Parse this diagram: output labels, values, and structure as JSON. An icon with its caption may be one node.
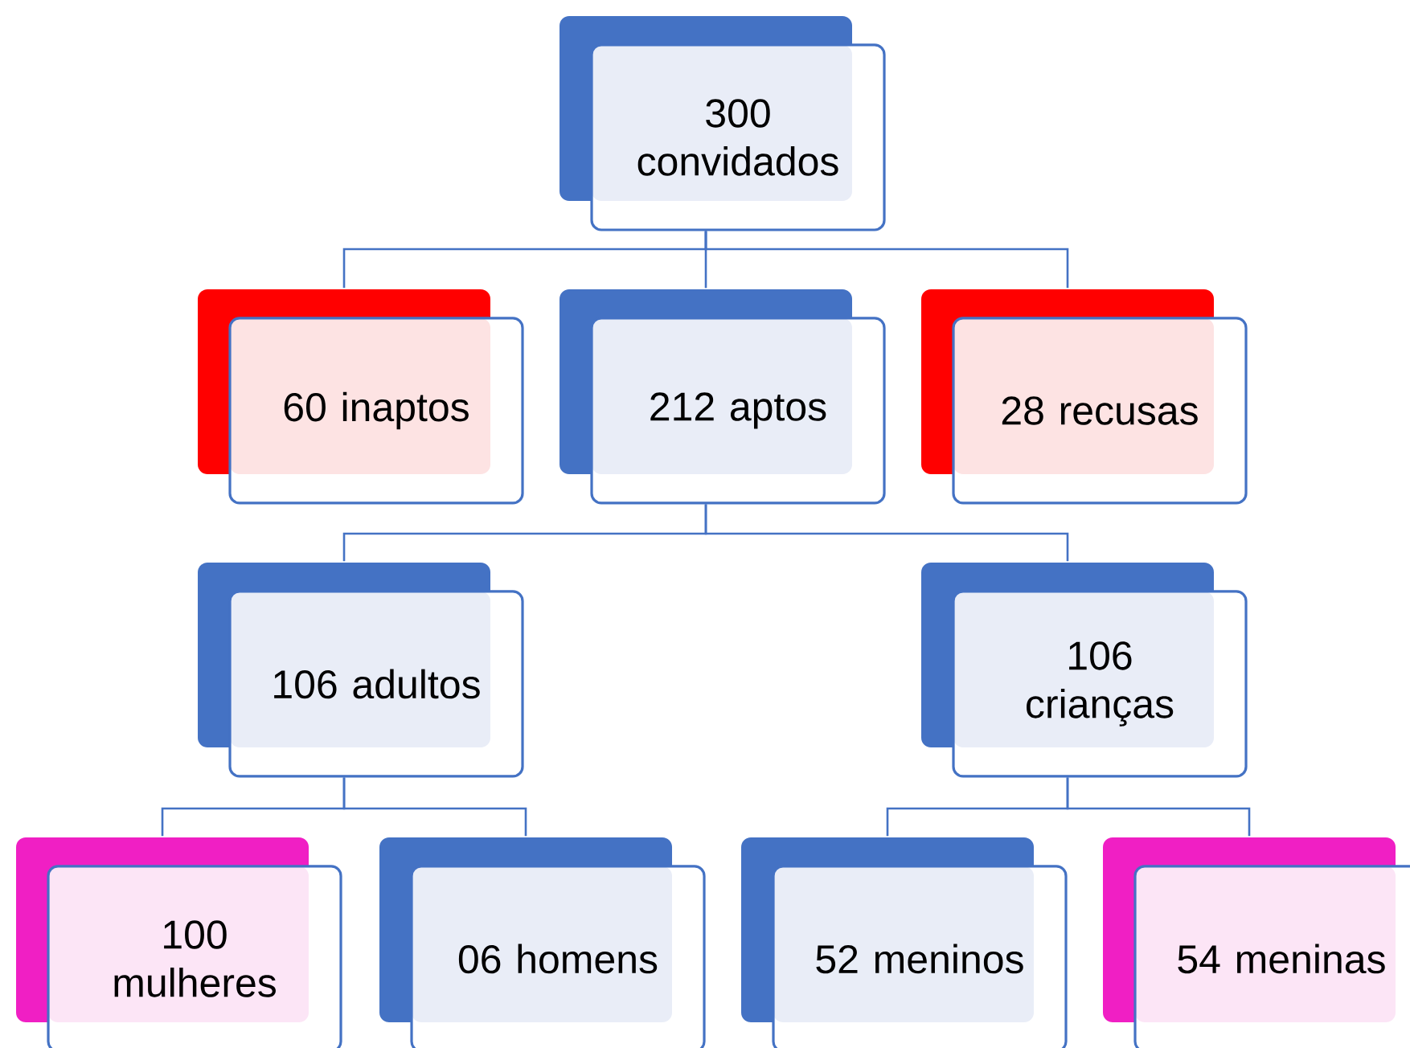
{
  "diagram": {
    "nodes": [
      {
        "text": [
          "300 convidados"
        ]
      },
      {
        "text": [
          "60 inaptos"
        ]
      },
      {
        "text": [
          "212 aptos"
        ]
      },
      {
        "text": [
          "28 recusas"
        ]
      },
      {
        "text": [
          "106 adultos"
        ]
      },
      {
        "text": [
          "106 crianças"
        ]
      },
      {
        "text": [
          "100 mulheres"
        ]
      },
      {
        "text": [
          "06 homens"
        ]
      },
      {
        "text": [
          "52 meninos"
        ]
      },
      {
        "text": [
          "54 meninas"
        ]
      }
    ],
    "edges": [
      {
        "from": 0,
        "to": 1,
        "arrow": "none"
      },
      {
        "from": 0,
        "to": 2,
        "arrow": "none"
      },
      {
        "from": 0,
        "to": 3,
        "arrow": "none"
      },
      {
        "from": 2,
        "to": 4,
        "arrow": "none"
      },
      {
        "from": 2,
        "to": 5,
        "arrow": "none"
      },
      {
        "from": 4,
        "to": 6,
        "arrow": "none"
      },
      {
        "from": 4,
        "to": 7,
        "arrow": "none"
      },
      {
        "from": 5,
        "to": 8,
        "arrow": "none"
      },
      {
        "from": 5,
        "to": 9,
        "arrow": "none"
      }
    ]
  }
}
